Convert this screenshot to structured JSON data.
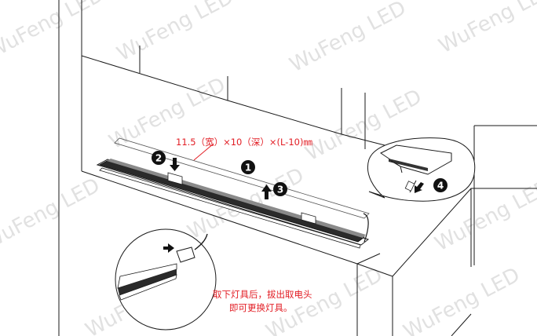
{
  "watermark": "WuFeng LED",
  "dimension_label": "11.5（宽）×10（深）×(L-10)㎜",
  "steps": [
    "1",
    "2",
    "3",
    "4"
  ],
  "note_lines": [
    "取下灯具后，拔出取电头",
    "即可更换灯具。"
  ],
  "colors": {
    "accent_red": "#e21d24",
    "line": "#1a1a1a",
    "watermark": "#c8c8c8"
  }
}
